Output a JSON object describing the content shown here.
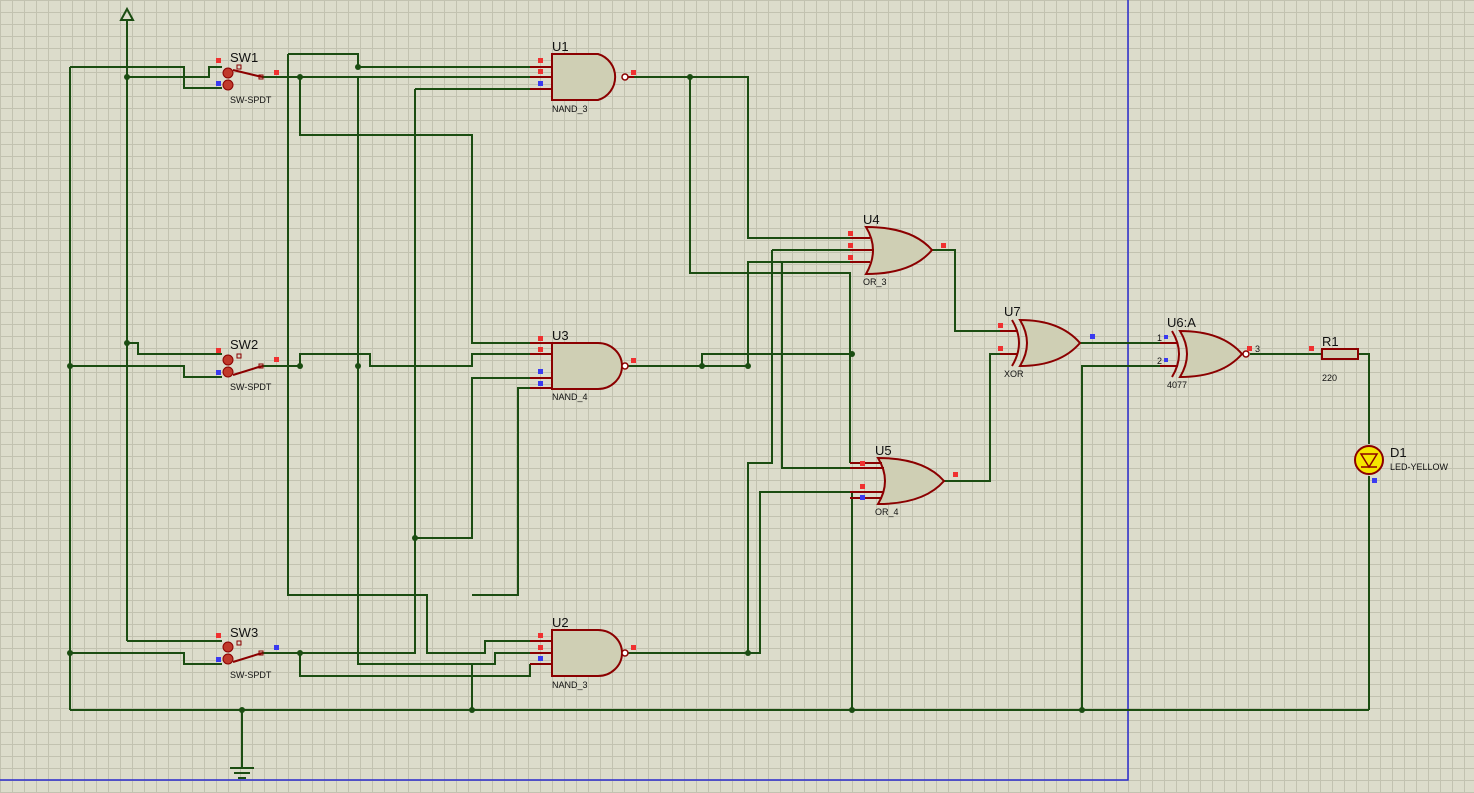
{
  "components": {
    "sw1": {
      "ref": "SW1",
      "value": "SW-SPDT"
    },
    "sw2": {
      "ref": "SW2",
      "value": "SW-SPDT"
    },
    "sw3": {
      "ref": "SW3",
      "value": "SW-SPDT"
    },
    "u1": {
      "ref": "U1",
      "value": "NAND_3"
    },
    "u2": {
      "ref": "U2",
      "value": "NAND_3"
    },
    "u3": {
      "ref": "U3",
      "value": "NAND_4"
    },
    "u4": {
      "ref": "U4",
      "value": "OR_3"
    },
    "u5": {
      "ref": "U5",
      "value": "OR_4"
    },
    "u7": {
      "ref": "U7",
      "value": "XOR"
    },
    "u6": {
      "ref": "U6:A",
      "value": "4077",
      "pin1": "1",
      "pin2": "2",
      "pin3": "3"
    },
    "r1": {
      "ref": "R1",
      "value": "220"
    },
    "d1": {
      "ref": "D1",
      "value": "LED-YELLOW"
    }
  },
  "colors": {
    "background": "#dcdccb",
    "wire": "#1b4d12",
    "component_outline": "#8b0000",
    "component_fill": "#cfcfb4",
    "pin_input_marker": "#f03030",
    "pin_ground_marker": "#3a3af0",
    "sheet_border": "#2a2acc",
    "led_body": "#f5e600"
  },
  "icons": {
    "power": "power-terminal-icon",
    "ground": "ground-terminal-icon"
  }
}
